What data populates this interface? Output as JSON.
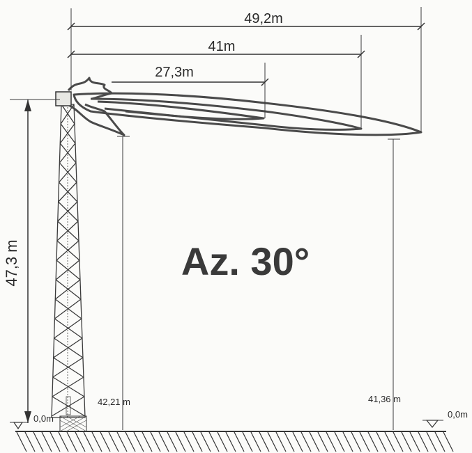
{
  "title": "Az. 30°",
  "dimensions": {
    "blade_radius_outer": "49,2m",
    "blade_radius_mid": "41m",
    "blade_radius_inner": "27,3m",
    "hub_height": "47,3 m"
  },
  "clearances": {
    "left_tip_height": "42,21 m",
    "right_tip_height": "41,36 m"
  },
  "ground_levels": {
    "tower_base": "0,0m",
    "right_reference": "0,0m"
  }
}
